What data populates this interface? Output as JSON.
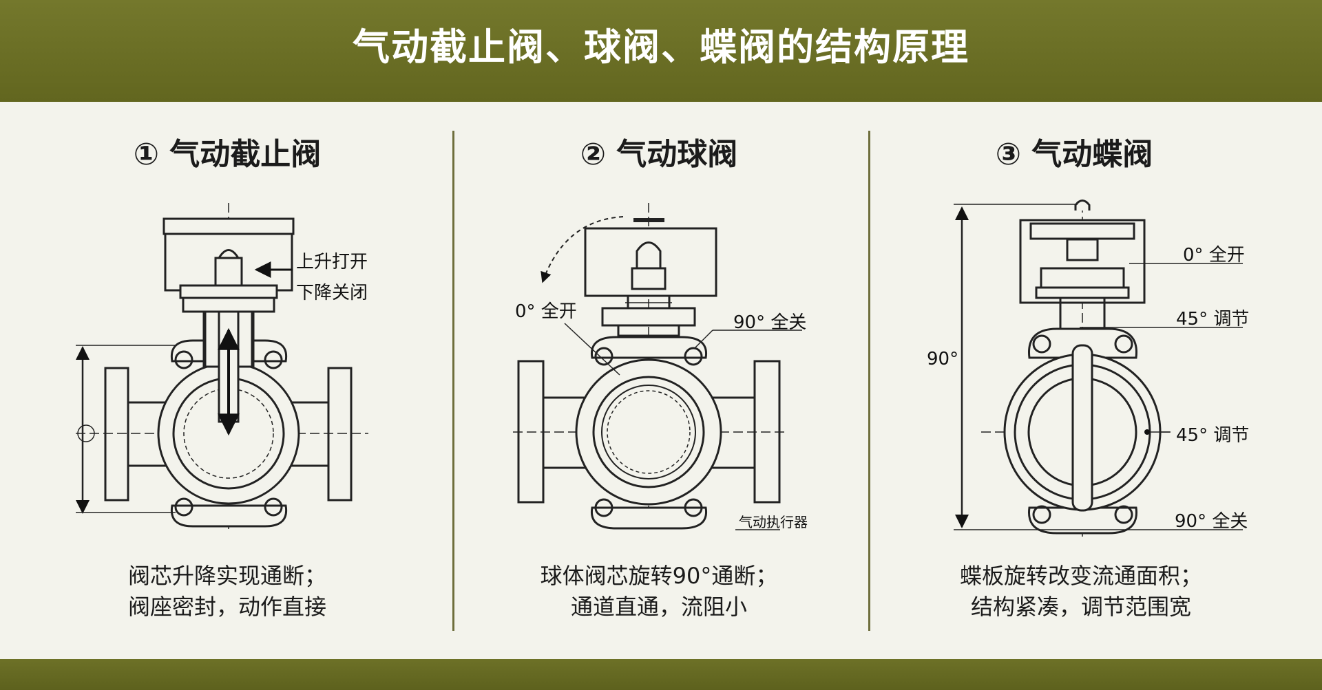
{
  "title": "气动截止阀、球阀、蝶阀的结构原理",
  "colors": {
    "header": "#6b6f25",
    "background": "#f3f3ec",
    "line": "#222222"
  },
  "panels": [
    {
      "title": "① 气动截止阀",
      "labels": {
        "open": "上升打开",
        "close": "下降关闭"
      },
      "desc": [
        "阀芯升降实现通断；",
        "阀座密封，动作直接"
      ]
    },
    {
      "title": "② 气动球阀",
      "labels": {
        "open": "0° 全开",
        "close": "90° 全关",
        "actuator": "气动执行器"
      },
      "desc": [
        "球体阀芯旋转90°通断；",
        "通道直通，流阻小"
      ]
    },
    {
      "title": "③ 气动蝶阀",
      "labels": {
        "open": "0° 全开",
        "adj1": "45° 调节",
        "adj2": "45° 调节",
        "close": "90° 全关",
        "angle": "90°"
      },
      "desc": [
        "蝶板旋转改变流通面积；",
        "结构紧凑，调节范围宽"
      ]
    }
  ]
}
